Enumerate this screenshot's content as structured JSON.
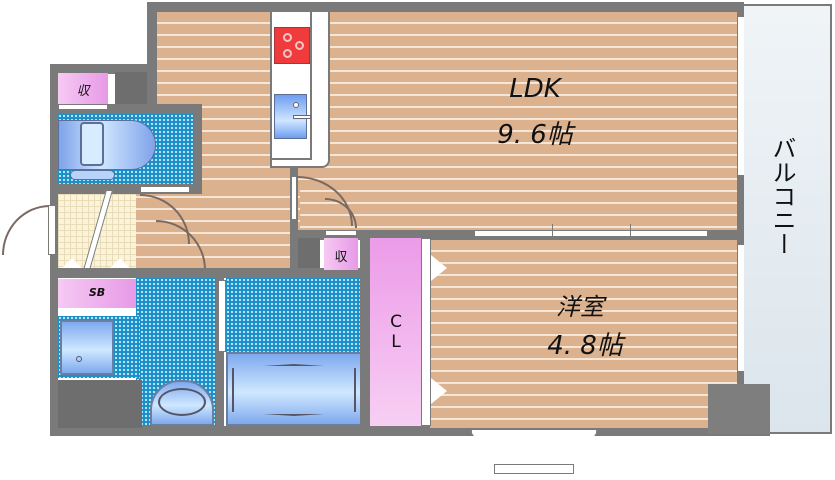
{
  "floor_plan": {
    "rooms": {
      "ldk": {
        "name": "LDK",
        "size": "9. 6帖"
      },
      "western_room": {
        "name": "洋室",
        "size": "4. 8帖"
      },
      "balcony": {
        "name": "バルコニー"
      },
      "closet": {
        "name": "CL",
        "line1": "C",
        "line2": "L"
      },
      "storage_1": {
        "name": "収"
      },
      "storage_2": {
        "name": "収"
      },
      "shoe_box": {
        "name": "SB"
      }
    },
    "colors": {
      "wall": "#7a7a7a",
      "floor": "#dcb18e",
      "wet_area": "#1a8fc8",
      "storage": "#e79ae6",
      "balcony": "#dde7ee",
      "stove": "#ef3b3b"
    }
  }
}
